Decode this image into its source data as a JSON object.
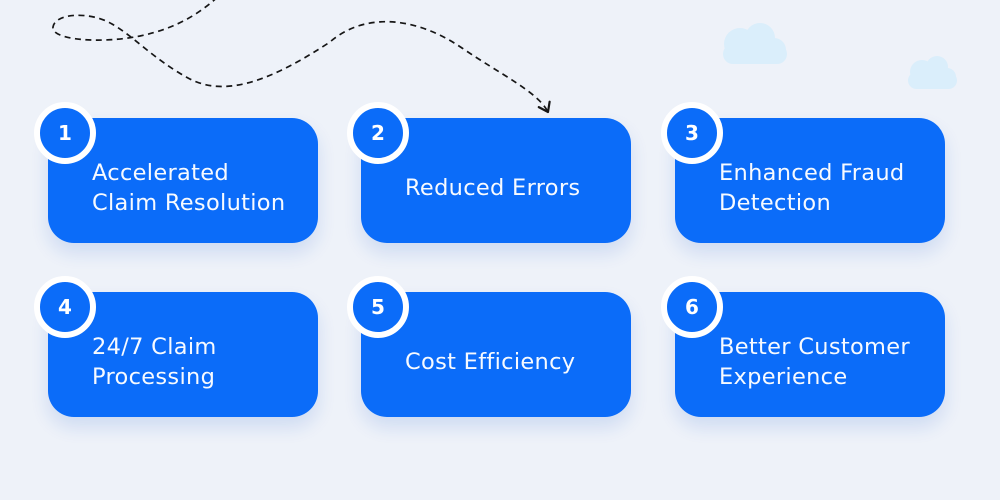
{
  "canvas": {
    "background_color": "#eef2f9"
  },
  "theme": {
    "card_color": "#0b6cf9",
    "card_text_color": "#f7faff",
    "badge_ring_color": "#ffffff",
    "badge_number_color": "#ffffff",
    "arrow_color": "#161616",
    "cloud_color": "#daeefb"
  },
  "cards": [
    {
      "number": "1",
      "title": "Accelerated\nClaim Resolution"
    },
    {
      "number": "2",
      "title": "Reduced Errors"
    },
    {
      "number": "3",
      "title": "Enhanced Fraud\nDetection"
    },
    {
      "number": "4",
      "title": "24/7 Claim\nProcessing"
    },
    {
      "number": "5",
      "title": "Cost Efficiency"
    },
    {
      "number": "6",
      "title": "Better Customer\nExperience"
    }
  ]
}
